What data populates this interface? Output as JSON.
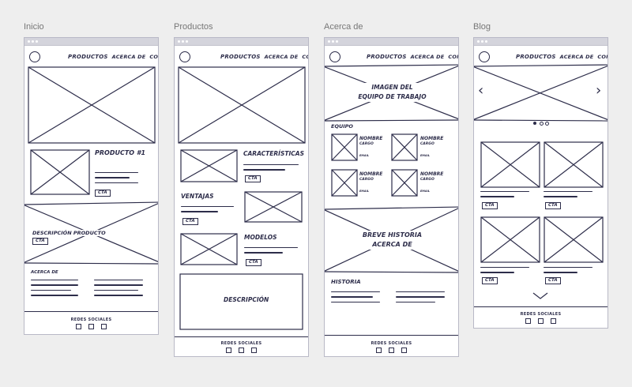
{
  "boards": [
    {
      "label": "Inicio"
    },
    {
      "label": "Productos"
    },
    {
      "label": "Acerca de"
    },
    {
      "label": "Blog"
    }
  ],
  "nav": {
    "productos": "PRODUCTOS",
    "acerca": "ACERCA DE",
    "contacto": "CONTACTO"
  },
  "footer": {
    "redes": "REDES SOCIALES"
  },
  "cta": "CTA",
  "inicio": {
    "producto": "PRODUCTO #1",
    "descripcion": "DESCRIPCIÓN PRODUCTO",
    "acerca": "ACERCA DE"
  },
  "productos": {
    "caracteristicas": "CARACTERÍSTICAS",
    "ventajas": "VENTAJAS",
    "modelos": "MODELOS",
    "descripcion": "DESCRIPCIÓN"
  },
  "acerca": {
    "imagen_line1": "IMAGEN DEL",
    "imagen_line2": "EQUIPO DE TRABAJO",
    "equipo": "EQUIPO",
    "nombre": "NOMBRE",
    "cargo": "CARGO",
    "email": "EMAIL",
    "breve_line1": "BREVE HISTORIA",
    "breve_line2": "ACERCA DE",
    "historia": "HISTORIA"
  },
  "blog": {
    "prev_arrow": "‹",
    "next_arrow": "›",
    "more_arrow": "⌄"
  }
}
